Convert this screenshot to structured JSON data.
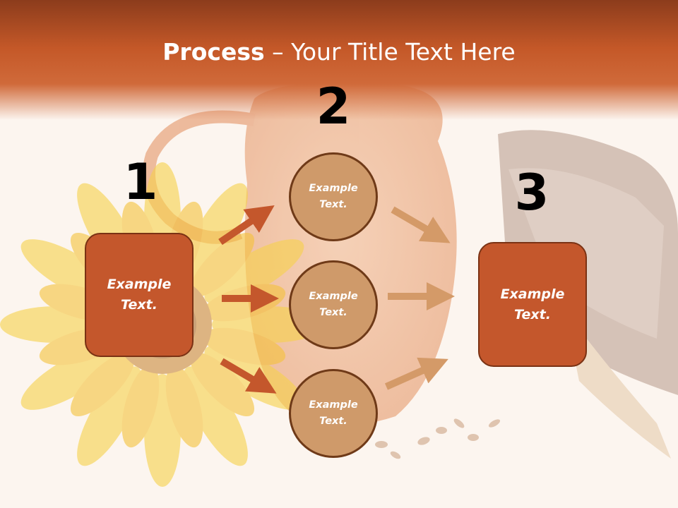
{
  "title": {
    "bold": "Process",
    "rest": " – Your Title Text Here"
  },
  "steps": [
    {
      "number": "1",
      "label": "Example\nText."
    },
    {
      "number": "2"
    },
    {
      "number": "3",
      "label": "Example\nText."
    }
  ],
  "circles": [
    {
      "label": "Example\nText."
    },
    {
      "label": "Example\nText."
    },
    {
      "label": "Example\nText."
    }
  ],
  "colors": {
    "header": "#c45828",
    "box_fill": "#c4572c",
    "circle_fill": "#cf9a6a",
    "arrow_left": "#c4572c",
    "arrow_right": "#d49a68"
  }
}
